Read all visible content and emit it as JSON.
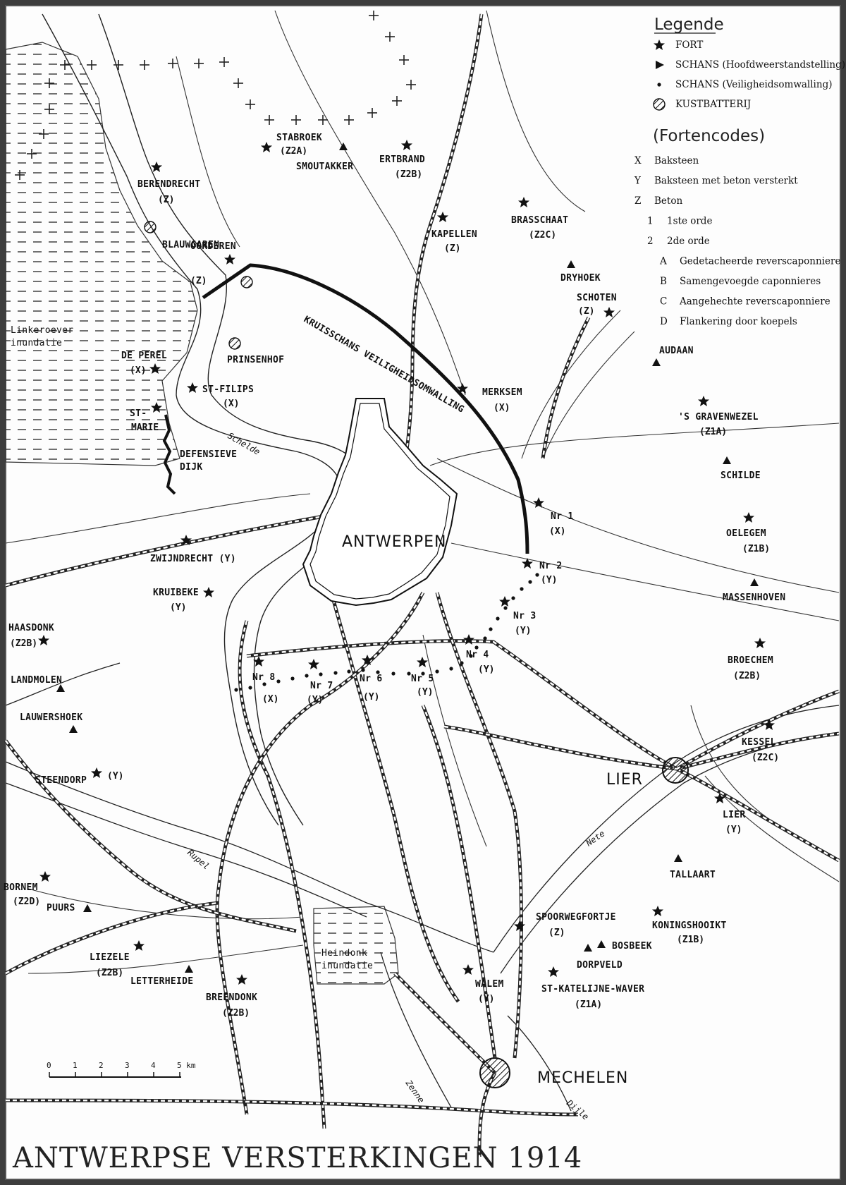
{
  "map": {
    "title": "ANTWERPSE VERSTERKINGEN 1914",
    "city": "ANTWERPEN",
    "lier": "LIER",
    "mechelen": "MECHELEN",
    "belt_label": "KRUISSCHANS VEILIGHEIDSOMWALLING",
    "rivers": {
      "schelde": "Schelde",
      "rupel": "Rupel",
      "nete": "Nete",
      "zenne": "Zenne",
      "dijle": "Dijle"
    },
    "inundations": {
      "linkeroever_1": "Linkeroever",
      "linkeroever_2": "inundatie",
      "heindonk_1": "Heindonk",
      "heindonk_2": "inundatie"
    },
    "dike": {
      "line1": "DEFENSIEVE",
      "line2": "DIJK"
    },
    "scale": {
      "ticks": [
        "0",
        "1",
        "2",
        "3",
        "4",
        "5 km"
      ]
    }
  },
  "legend": {
    "title": "Legende",
    "items": [
      {
        "icon": "star-icon",
        "label": "FORT"
      },
      {
        "icon": "triangle-icon",
        "label": "SCHANS (Hoofdweerstandstelling)"
      },
      {
        "icon": "dot-icon",
        "label": "SCHANS (Veiligheidsomwalling)"
      },
      {
        "icon": "hatched-circle-icon",
        "label": "KUSTBATTERIJ"
      }
    ],
    "codes_title": "(Fortencodes)",
    "codes": [
      {
        "key": "X",
        "label": "Baksteen"
      },
      {
        "key": "Y",
        "label": "Baksteen met beton versterkt"
      },
      {
        "key": "Z",
        "label": "Beton"
      },
      {
        "key": "1",
        "label": "1ste orde"
      },
      {
        "key": "2",
        "label": "2de orde"
      },
      {
        "key": "A",
        "label": "Gedetacheerde reverscaponniere"
      },
      {
        "key": "B",
        "label": "Samengevoegde caponnieres"
      },
      {
        "key": "C",
        "label": "Aangehechte reverscaponniere"
      },
      {
        "key": "D",
        "label": "Flankering door koepels"
      }
    ]
  },
  "forts": [
    {
      "name": "STABROEK",
      "code": "(Z2A)"
    },
    {
      "name": "ERTBRAND",
      "code": "(Z2B)"
    },
    {
      "name": "BERENDRECHT",
      "code": "(Z)"
    },
    {
      "name": "KAPELLEN",
      "code": "(Z)"
    },
    {
      "name": "BRASSCHAAT",
      "code": "(Z2C)"
    },
    {
      "name": "OORDEREN",
      "code": "(Z)"
    },
    {
      "name": "SCHOTEN",
      "code": "(Z)"
    },
    {
      "name": "DE PEREL",
      "code": "(X)"
    },
    {
      "name": "ST-FILIPS",
      "code": "(X)"
    },
    {
      "name": "ST-",
      "code": "MARIE"
    },
    {
      "name": "MERKSEM",
      "code": "(X)"
    },
    {
      "name": "'S GRAVENWEZEL",
      "code": "(Z1A)"
    },
    {
      "name": "Nr 1",
      "code": "(X)"
    },
    {
      "name": "OELEGEM",
      "code": "(Z1B)"
    },
    {
      "name": "Nr 2",
      "code": "(Y)"
    },
    {
      "name": "ZWIJNDRECHT (Y)",
      "code": ""
    },
    {
      "name": "KRUIBEKE",
      "code": "(Y)"
    },
    {
      "name": "Nr 3",
      "code": "(Y)"
    },
    {
      "name": "Nr 4",
      "code": "(Y)"
    },
    {
      "name": "HAASDONK",
      "code": "(Z2B)"
    },
    {
      "name": "BROECHEM",
      "code": "(Z2B)"
    },
    {
      "name": "Nr 8",
      "code": "(X)"
    },
    {
      "name": "Nr 7",
      "code": "(Y)"
    },
    {
      "name": "Nr 6",
      "code": "(Y)"
    },
    {
      "name": "Nr 5",
      "code": "(Y)"
    },
    {
      "name": "KESSEL",
      "code": "(Z2C)"
    },
    {
      "name": "STEENDORP",
      "code": "(Y)"
    },
    {
      "name": "LIER",
      "code": "(Y)"
    },
    {
      "name": "BORNEM",
      "code": "(Z2D)"
    },
    {
      "name": "SPOORWEGFORTJE",
      "code": "(Z)"
    },
    {
      "name": "KONINGSHOOIKT",
      "code": "(Z1B)"
    },
    {
      "name": "LIEZELE",
      "code": "(Z2B)"
    },
    {
      "name": "BREENDONK",
      "code": "(Z2B)"
    },
    {
      "name": "WALEM",
      "code": "(Y)"
    },
    {
      "name": "ST-KATELIJNE-WAVER",
      "code": "(Z1A)"
    }
  ],
  "schansen": [
    "SMOUTAKKER",
    "DRYHOEK",
    "AUDAAN",
    "SCHILDE",
    "MASSENHOVEN",
    "LANDMOLEN",
    "LAUWERSHOEK",
    "TALLAART",
    "BOSBEEK",
    "DORPVELD",
    "PUURS",
    "LETTERHEIDE"
  ],
  "batteries": [
    "BLAUWGAREN",
    "PRINSENHOF"
  ]
}
